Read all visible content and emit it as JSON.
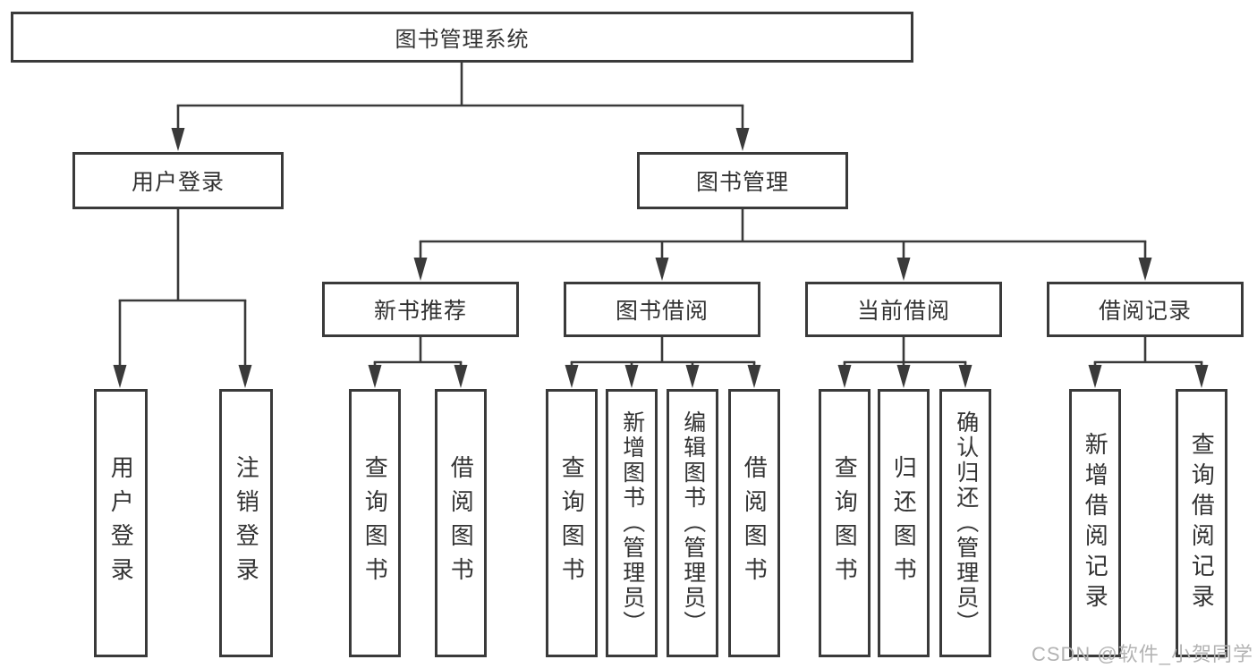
{
  "colors": {
    "line": "#3a3a3a",
    "box_border": "#3a3a3a",
    "text": "#333333",
    "watermark": "#b3b3b3",
    "background": "#ffffff"
  },
  "tree": {
    "label": "图书管理系统",
    "children": [
      {
        "label": "用户登录",
        "children": [
          {
            "label": "用户登录"
          },
          {
            "label": "注销登录"
          }
        ]
      },
      {
        "label": "图书管理",
        "children": [
          {
            "label": "新书推荐",
            "children": [
              {
                "label": "查询图书"
              },
              {
                "label": "借阅图书"
              }
            ]
          },
          {
            "label": "图书借阅",
            "children": [
              {
                "label": "查询图书"
              },
              {
                "label": "新增图书（管理员）"
              },
              {
                "label": "编辑图书（管理员）"
              },
              {
                "label": "借阅图书"
              }
            ]
          },
          {
            "label": "当前借阅",
            "children": [
              {
                "label": "查询图书"
              },
              {
                "label": "归还图书"
              },
              {
                "label": "确认归还（管理员）"
              }
            ]
          },
          {
            "label": "借阅记录",
            "children": [
              {
                "label": "新增借阅记录"
              },
              {
                "label": "查询借阅记录"
              }
            ]
          }
        ]
      }
    ]
  },
  "watermark": {
    "text": "CSDN @软件_小贺同学"
  }
}
